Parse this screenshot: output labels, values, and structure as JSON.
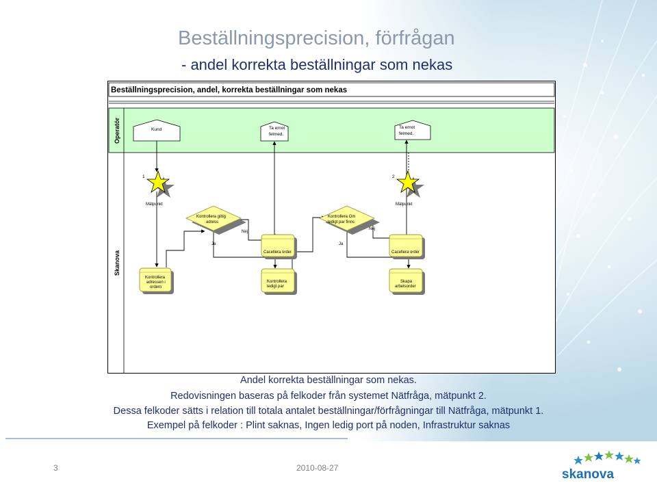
{
  "slide": {
    "title": "Beställningsprecision, förfrågan",
    "subtitle": "- andel korrekta beställningar som nekas",
    "captions": [
      "Andel korrekta beställningar som nekas.",
      "Redovisningen baseras på felkoder från systemet Nätfråga, mätpunkt 2.",
      "Dessa felkoder sätts i relation till totala antalet beställningar/förfrågningar till Nätfråga, mätpunkt 1.",
      "Exempel på felkoder : Plint saknas, Ingen ledig port på noden, Infrastruktur saknas"
    ],
    "slide_number": "3",
    "date": "2010-08-27",
    "logo_text": "skanova"
  },
  "diagram": {
    "header": "Beställningsprecision, andel, korrekta beställningar som nekas",
    "lanes": {
      "operator": "Operatör",
      "skanova": "Skanova"
    },
    "operator_boxes": {
      "kund": "Kund",
      "ta_emot_1": [
        "Ta emot",
        "felmed."
      ],
      "ta_emot_2": [
        "Ta emot",
        "felmed."
      ]
    },
    "measure_points": [
      {
        "number": "1",
        "label": "Mätpunkt"
      },
      {
        "number": "2",
        "label": "Mätpunkt"
      }
    ],
    "decisions": [
      [
        "Kontrollera giltig",
        "adress"
      ],
      [
        "Kontrollera Om",
        "ledigt par finns"
      ]
    ],
    "tasks": {
      "kontrollera_adress": [
        "Kontrollera",
        "adressen i",
        "ordern"
      ],
      "cancel_1": "Cacellera order",
      "kontrollera_ledigt": [
        "Kontrollera",
        "ledigt par"
      ],
      "cancel_2": "Cacellera order",
      "skapa": [
        "Skapa",
        "arbetsorder"
      ]
    },
    "flow_labels": {
      "ja": "Ja",
      "nej": "Nej"
    },
    "colors": {
      "operator_lane": "#ccffcc",
      "task_fill": "#ffff99",
      "task_border": "#99994c",
      "star": "#ffff00"
    }
  }
}
